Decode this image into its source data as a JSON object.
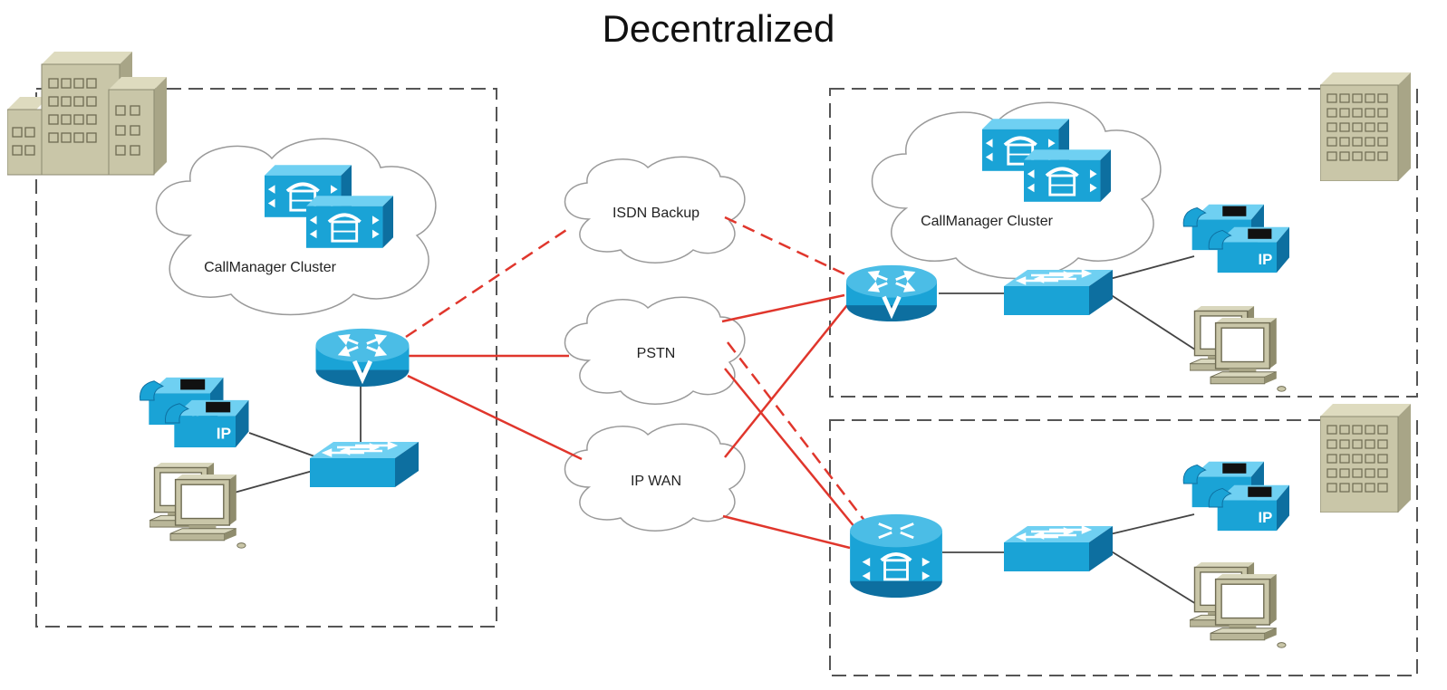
{
  "title": "Decentralized",
  "clouds": {
    "left_cluster": "CallManager Cluster",
    "right_cluster": "CallManager Cluster",
    "isdn": "ISDN Backup",
    "pstn": "PSTN",
    "ipwan": "IP WAN"
  },
  "phone_label": "IP",
  "router_label": "V",
  "colors": {
    "device_blue": "#1aa3d6",
    "device_dark": "#0d6fa0",
    "link_red": "#e0362c",
    "building": "#c9c6a8",
    "building_dark": "#a8a587",
    "cloud_stroke": "#9a9a9a",
    "site_border": "#555555"
  },
  "icons": [
    "building-icon",
    "callmanager-server-icon",
    "voice-router-icon",
    "gateway-router-icon",
    "switch-icon",
    "ip-phone-icon",
    "pc-icon",
    "cloud-icon"
  ]
}
